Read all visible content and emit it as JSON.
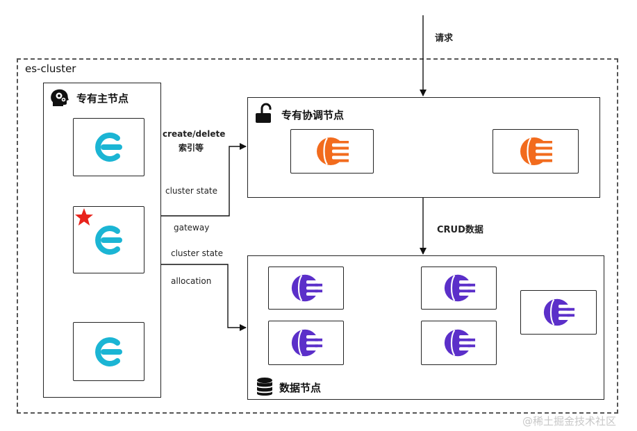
{
  "cluster": {
    "name": "es-cluster"
  },
  "request_label": "请求",
  "master_group": {
    "title": "专有主节点",
    "icon": "brain-gear-icon",
    "nodes": [
      {
        "icon": "elastic-node-cyan-icon"
      },
      {
        "icon": "elastic-node-cyan-icon",
        "badge": "star-icon",
        "badge_color": "#e8231c"
      },
      {
        "icon": "elastic-node-cyan-icon"
      }
    ]
  },
  "coordinating_group": {
    "title": "专有协调节点",
    "icon": "unlock-icon",
    "nodes": [
      {
        "icon": "elastic-node-orange-icon"
      },
      {
        "icon": "elastic-node-orange-icon"
      }
    ]
  },
  "data_group": {
    "title": "数据节点",
    "icon": "database-icon",
    "nodes": [
      {
        "icon": "elastic-node-purple-icon"
      },
      {
        "icon": "elastic-node-purple-icon"
      },
      {
        "icon": "elastic-node-purple-icon"
      },
      {
        "icon": "elastic-node-purple-icon"
      },
      {
        "icon": "elastic-node-purple-icon"
      }
    ]
  },
  "edges": {
    "master_coord_top_line1": "create/delete",
    "master_coord_top_line2": "索引等",
    "master_coord_bottom": "cluster state",
    "gateway": "gateway",
    "master_data_top": "cluster state",
    "master_data_bottom": "allocation",
    "coord_data": "CRUD数据"
  },
  "watermark": "@稀土掘金技术社区",
  "colors": {
    "master_node": "#1bb5d4",
    "coord_node": "#f26b1d",
    "data_node": "#5b2fc9",
    "star": "#e8231c"
  }
}
